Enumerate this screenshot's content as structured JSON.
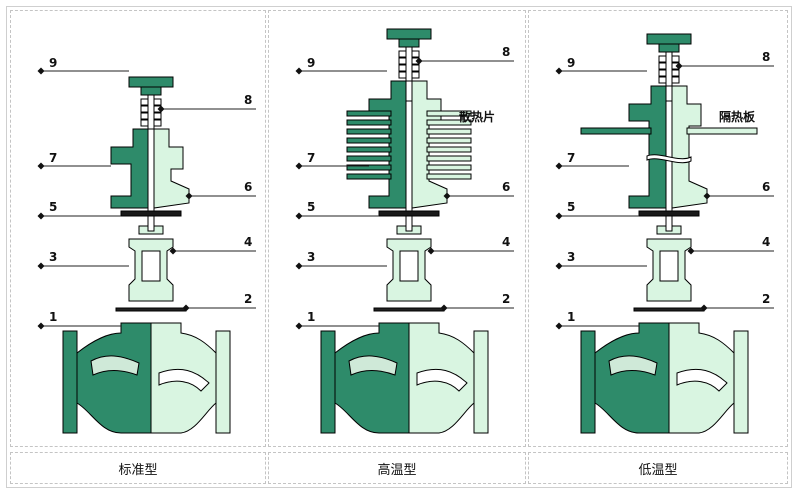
{
  "panels": [
    {
      "caption": "标准型",
      "special_label": ""
    },
    {
      "caption": "高温型",
      "special_label": "散热片"
    },
    {
      "caption": "低温型",
      "special_label": "隔热板"
    }
  ],
  "part_numbers": [
    "1",
    "2",
    "3",
    "4",
    "5",
    "6",
    "7",
    "8",
    "9"
  ],
  "colors": {
    "dark": "#2e8b6a",
    "light": "#d9f5e1",
    "outline": "#000000"
  }
}
